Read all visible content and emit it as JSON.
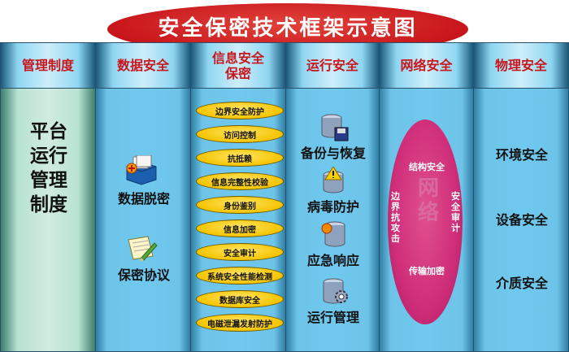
{
  "title": "安全保密技术框架示意图",
  "columns": [
    {
      "header": "管理制度",
      "body_text": "平台运行管理制度"
    },
    {
      "header": "数据安全",
      "items": [
        "数据脱密",
        "保密协议"
      ]
    },
    {
      "header": "信息安全\n保密",
      "items": [
        "边界安全防护",
        "访问控制",
        "抗抵赖",
        "信息完整性校验",
        "身份鉴别",
        "信息加密",
        "安全审计",
        "系统安全性能检测",
        "数据库安全",
        "电磁泄漏发射防护"
      ]
    },
    {
      "header": "运行安全",
      "items": [
        "备份与恢复",
        "病毒防护",
        "应急响应",
        "运行管理"
      ]
    },
    {
      "header": "网络安全",
      "center": "网络",
      "items": [
        "结构安全",
        "边界抗攻击",
        "安全审计",
        "传输加密"
      ]
    },
    {
      "header": "物理安全",
      "items": [
        "环境安全",
        "设备安全",
        "介质安全"
      ]
    }
  ],
  "icons": [
    "database-icon",
    "document-pen-icon",
    "database-disk-icon",
    "warning-database-icon",
    "alert-database-icon",
    "gear-database-icon"
  ]
}
